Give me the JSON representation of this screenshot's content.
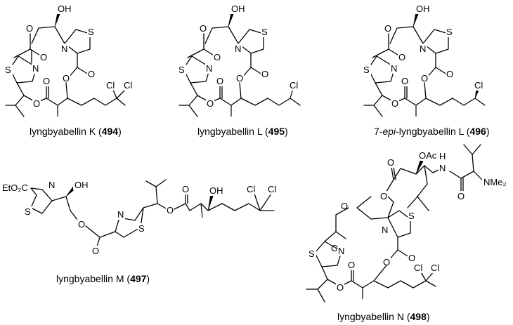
{
  "compounds": [
    {
      "id": "K",
      "caption": {
        "pre": "lyngbyabellin K (",
        "number": "494",
        "post": ")",
        "italic": ""
      },
      "atoms": {
        "oh": "OH",
        "o": "O",
        "s": "S",
        "n": "N",
        "cl": "Cl"
      }
    },
    {
      "id": "L",
      "caption": {
        "pre": "lyngbyabellin L (",
        "number": "495",
        "post": ")",
        "italic": ""
      },
      "atoms": {
        "oh": "OH",
        "o": "O",
        "s": "S",
        "n": "N",
        "cl": "Cl"
      }
    },
    {
      "id": "epiL",
      "caption": {
        "italic": "epi",
        "pre": "7-",
        "mid": "-lyngbyabellin L (",
        "number": "496",
        "post": ")"
      },
      "atoms": {
        "oh": "OH",
        "o": "O",
        "s": "S",
        "n": "N",
        "cl": "Cl"
      }
    },
    {
      "id": "M",
      "caption": {
        "pre": "lyngbyabellin M (",
        "number": "497",
        "post": ")"
      },
      "atoms": {
        "ester": "EtO₂C",
        "oh": "OH",
        "o": "O",
        "s": "S",
        "n": "N",
        "cl": "Cl"
      }
    },
    {
      "id": "N",
      "caption": {
        "pre": "lyngbyabellin N (",
        "number": "498",
        "post": ")"
      },
      "atoms": {
        "oac": "OAc",
        "h": "H",
        "nh": "N",
        "nme2": "NMe₂",
        "o": "O",
        "s": "S",
        "n": "N",
        "cl": "Cl"
      }
    }
  ]
}
